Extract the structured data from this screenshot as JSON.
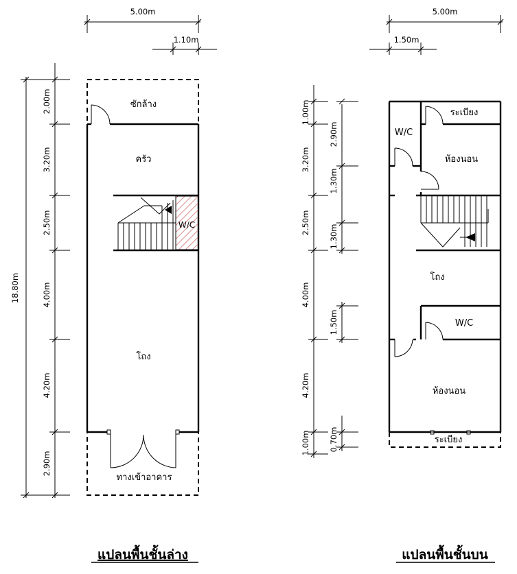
{
  "ground_floor": {
    "title": "แปลนพื้นชั้นล่าง",
    "width_dim": "5.00m",
    "sub_dim": "1.10m",
    "total_dim": "18.80m",
    "segment_dims": [
      "2.00m",
      "3.20m",
      "2.50m",
      "4.00m",
      "4.20m",
      "2.90m"
    ],
    "rooms": {
      "laundry": "ซักล้าง",
      "kitchen": "ครัว",
      "wc": "W/C",
      "hall": "โถง",
      "entrance": "ทางเข้าอาคาร"
    }
  },
  "upper_floor": {
    "title": "แปลนพื้นชั้นบน",
    "width_dim": "5.00m",
    "sub_dim": "1.50m",
    "outer_dims": [
      "1.00m",
      "3.20m",
      "2.50m",
      "4.00m",
      "4.20m",
      "1.00m"
    ],
    "inner_dims": [
      "2.90m",
      "1.30m",
      "1.30m",
      "1.50m",
      "0.70m"
    ],
    "rooms": {
      "balcony_rear": "ระเบียง",
      "wc_rear": "W/C",
      "bedroom_rear": "ห้องนอน",
      "hall": "โถง",
      "wc_front": "W/C",
      "bedroom_front": "ห้องนอน",
      "balcony_front": "ระเบียง"
    }
  }
}
